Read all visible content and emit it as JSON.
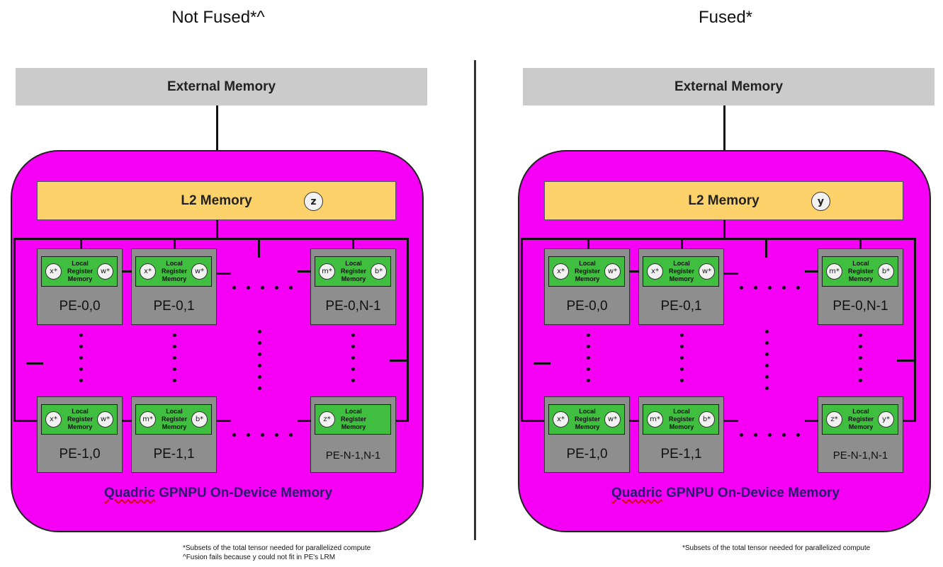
{
  "left_panel": {
    "title": "Not Fused*^",
    "external_memory": "External Memory",
    "l2_memory": "L2 Memory",
    "l2_tag": "z",
    "device_label_word1": "Quadric",
    "device_label_rest": "GPNPU On-Device Memory",
    "lrm_text": "Local Register Memory",
    "pes": [
      {
        "label": "PE-0,0",
        "left": "x*",
        "right": "w*"
      },
      {
        "label": "PE-0,1",
        "left": "x*",
        "right": "w*"
      },
      {
        "label": "PE-0,N-1",
        "left": "m*",
        "right": "b*"
      },
      {
        "label": "PE-1,0",
        "left": "x*",
        "right": "w*"
      },
      {
        "label": "PE-1,1",
        "left": "m*",
        "right": "b*"
      },
      {
        "label": "PE-N-1,N-1",
        "left": "z*",
        "right": ""
      }
    ],
    "footnotes": [
      "*Subsets of the total tensor needed for parallelized compute",
      "^Fusion fails because y could not fit in PE's LRM"
    ]
  },
  "right_panel": {
    "title": "Fused*",
    "external_memory": "External Memory",
    "l2_memory": "L2 Memory",
    "l2_tag": "y",
    "device_label_word1": "Quadric",
    "device_label_rest": "GPNPU On-Device Memory",
    "lrm_text": "Local Register Memory",
    "pes": [
      {
        "label": "PE-0,0",
        "left": "x*",
        "right": "w*"
      },
      {
        "label": "PE-0,1",
        "left": "x*",
        "right": "w*"
      },
      {
        "label": "PE-0,N-1",
        "left": "m*",
        "right": "b*"
      },
      {
        "label": "PE-1,0",
        "left": "x*",
        "right": "w*"
      },
      {
        "label": "PE-1,1",
        "left": "m*",
        "right": "b*"
      },
      {
        "label": "PE-N-1,N-1",
        "left": "z*",
        "right": "y*"
      }
    ],
    "footnotes": [
      "*Subsets of the total tensor needed for parallelized compute"
    ]
  }
}
